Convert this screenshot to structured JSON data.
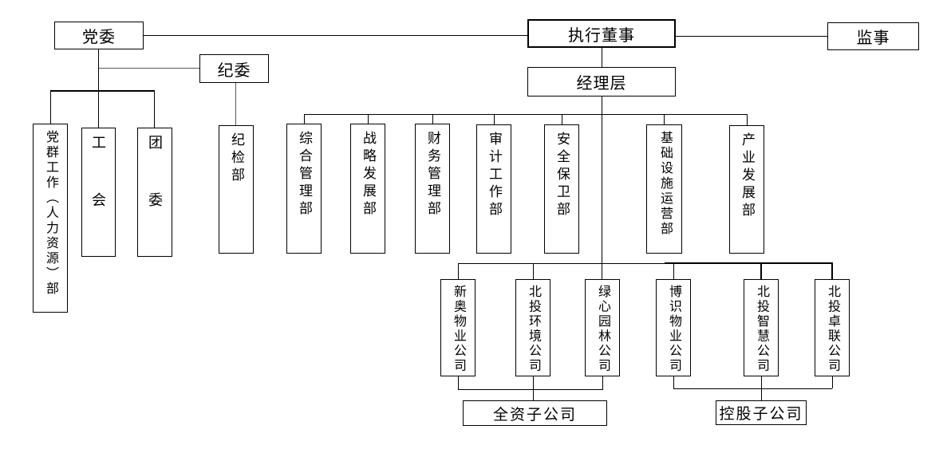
{
  "diagram": {
    "type": "org-chart",
    "background": "#ffffff",
    "line_color": "#000000",
    "gray_line_color": "#595959",
    "text_color": "#000000"
  },
  "nodes": {
    "party_committee": "党委",
    "executive_director": "执行董事",
    "supervisor": "监事",
    "discipline_committee": "纪委",
    "management_team": "经理层",
    "party_mass_hr_dept": "党群工作（人力资源）部",
    "labor_union": "工会",
    "youth_league": "团委",
    "discipline_inspection_dept": "纪检部",
    "general_management_dept": "综合管理部",
    "strategic_development_dept": "战略发展部",
    "financial_management_dept": "财务管理部",
    "audit_work_dept": "审计工作部",
    "security_dept": "安全保卫部",
    "infrastructure_operations_dept": "基础设施运营部",
    "industry_development_dept": "产业发展部",
    "xinao_property": "新奥物业公司",
    "beitou_environment": "北投环境公司",
    "lvxin_landscape": "绿心园林公司",
    "boshi_property": "博识物业公司",
    "beitou_wisdom": "北投智慧公司",
    "beitou_zhuolian": "北投卓联公司",
    "wholly_owned_subsidiaries": "全资子公司",
    "holding_subsidiaries": "控股子公司"
  },
  "edges": [
    [
      "party_committee",
      "executive_director"
    ],
    [
      "executive_director",
      "supervisor"
    ],
    [
      "executive_director",
      "management_team"
    ],
    [
      "party_committee",
      "discipline_committee"
    ],
    [
      "party_committee",
      "party_mass_hr_dept"
    ],
    [
      "party_committee",
      "labor_union"
    ],
    [
      "party_committee",
      "youth_league"
    ],
    [
      "discipline_committee",
      "discipline_inspection_dept"
    ],
    [
      "management_team",
      "general_management_dept"
    ],
    [
      "management_team",
      "strategic_development_dept"
    ],
    [
      "management_team",
      "financial_management_dept"
    ],
    [
      "management_team",
      "audit_work_dept"
    ],
    [
      "management_team",
      "security_dept"
    ],
    [
      "management_team",
      "infrastructure_operations_dept"
    ],
    [
      "management_team",
      "industry_development_dept"
    ],
    [
      "management_team",
      "xinao_property"
    ],
    [
      "management_team",
      "beitou_environment"
    ],
    [
      "management_team",
      "lvxin_landscape"
    ],
    [
      "management_team",
      "boshi_property"
    ],
    [
      "management_team",
      "beitou_wisdom"
    ],
    [
      "management_team",
      "beitou_zhuolian"
    ],
    [
      "xinao_property",
      "wholly_owned_subsidiaries"
    ],
    [
      "beitou_environment",
      "wholly_owned_subsidiaries"
    ],
    [
      "lvxin_landscape",
      "wholly_owned_subsidiaries"
    ],
    [
      "boshi_property",
      "holding_subsidiaries"
    ],
    [
      "beitou_wisdom",
      "holding_subsidiaries"
    ],
    [
      "beitou_zhuolian",
      "holding_subsidiaries"
    ]
  ]
}
